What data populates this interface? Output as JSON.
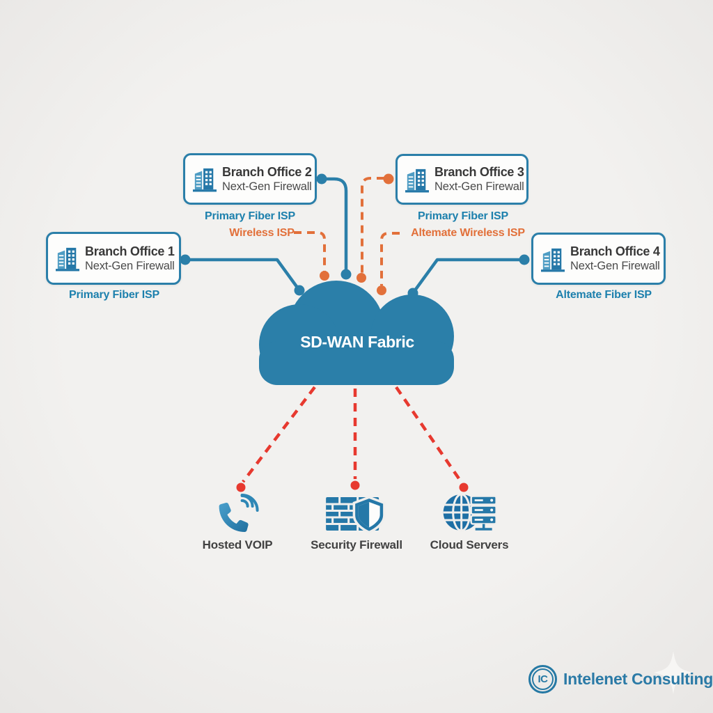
{
  "cloud": {
    "label": "SD-WAN Fabric"
  },
  "branches": [
    {
      "title": "Branch Office 1",
      "subtitle": "Next-Gen Firewall",
      "isp_labels": [
        {
          "text": "Primary Fiber ISP",
          "style": "blue-solid"
        }
      ]
    },
    {
      "title": "Branch Office 2",
      "subtitle": "Next-Gen Firewall",
      "isp_labels": [
        {
          "text": "Primary Fiber ISP",
          "style": "blue-solid"
        },
        {
          "text": "Wireless ISP",
          "style": "orange-dashed"
        }
      ]
    },
    {
      "title": "Branch Office 3",
      "subtitle": "Next-Gen Firewall",
      "isp_labels": [
        {
          "text": "Primary Fiber ISP",
          "style": "blue-solid"
        },
        {
          "text": "Altemate Wireless ISP",
          "style": "orange-dashed"
        }
      ]
    },
    {
      "title": "Branch Office 4",
      "subtitle": "Next-Gen Firewall",
      "isp_labels": [
        {
          "text": "Altemate Fiber ISP",
          "style": "blue-solid"
        }
      ]
    }
  ],
  "services": [
    {
      "label": "Hosted VOIP",
      "icon": "voip-phone-icon"
    },
    {
      "label": "Security Firewall",
      "icon": "firewall-shield-icon"
    },
    {
      "label": "Cloud Servers",
      "icon": "cloud-servers-icon"
    }
  ],
  "branding": {
    "monogram": "IC",
    "name": "Intelenet Consulting"
  },
  "colors": {
    "blue": "#2b7fa9",
    "label_blue": "#1d80ad",
    "orange": "#e2703a",
    "red": "#e7392f",
    "cloud_fill": "#2b7fa9",
    "cloud_text": "#ffffff",
    "title_text": "#383838",
    "subtitle_text": "#4a4a4a",
    "service_label_text": "#414141",
    "background": "#f0efed",
    "box_background": "#fdfdfc",
    "brand_blue": "#2b7aa6"
  }
}
